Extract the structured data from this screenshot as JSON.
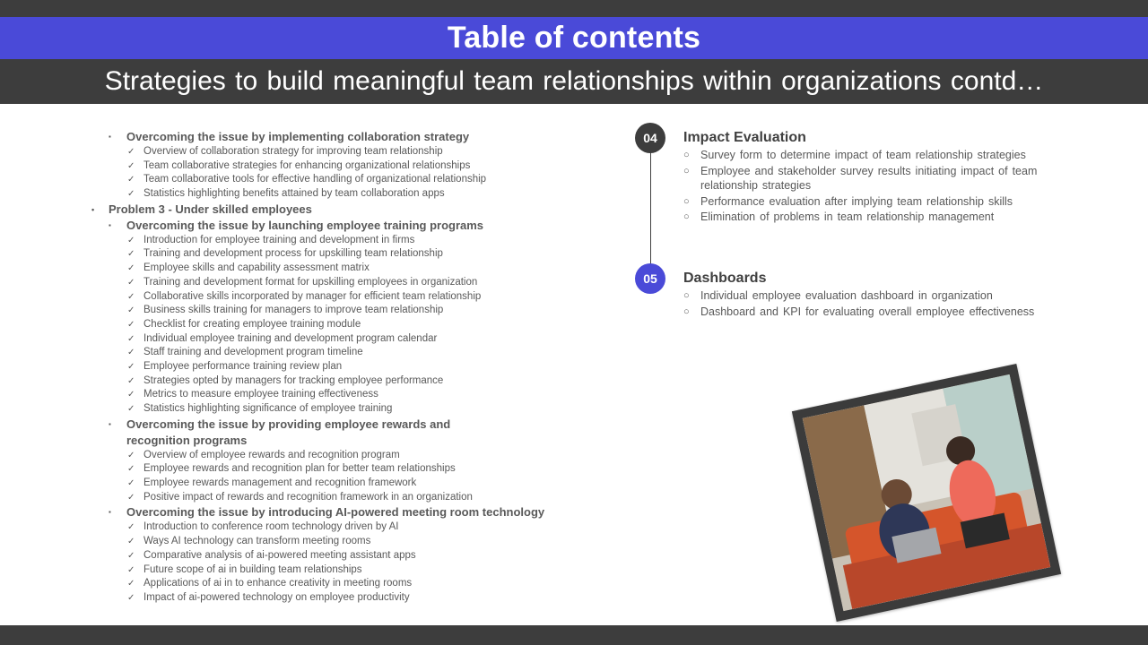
{
  "header": {
    "title": "Table of contents",
    "subtitle": "Strategies to build meaningful team relationships within organizations contd…"
  },
  "left": {
    "lines": [
      {
        "level": 2,
        "text": "Overcoming the issue by implementing collaboration strategy"
      },
      {
        "level": 3,
        "text": "Overview of collaboration strategy for improving team relationship"
      },
      {
        "level": 3,
        "text": "Team collaborative strategies for enhancing organizational relationships"
      },
      {
        "level": 3,
        "text": "Team collaborative tools for effective handling of organizational relationship"
      },
      {
        "level": 3,
        "text": "Statistics highlighting benefits attained by team collaboration apps"
      },
      {
        "level": 1,
        "text": "Problem 3 - Under skilled employees"
      },
      {
        "level": 2,
        "text": "Overcoming the issue by launching employee training programs"
      },
      {
        "level": 3,
        "text": "Introduction for employee training and development in firms"
      },
      {
        "level": 3,
        "text": "Training and development process for upskilling team relationship"
      },
      {
        "level": 3,
        "text": "Employee skills and capability assessment matrix"
      },
      {
        "level": 3,
        "text": "Training and development format for upskilling employees in organization"
      },
      {
        "level": 3,
        "text": "Collaborative skills incorporated by manager for efficient team relationship"
      },
      {
        "level": 3,
        "text": "Business skills training for managers to improve team relationship"
      },
      {
        "level": 3,
        "text": "Checklist for creating employee training module"
      },
      {
        "level": 3,
        "text": "Individual employee training and development program calendar"
      },
      {
        "level": 3,
        "text": "Staff training and development program timeline"
      },
      {
        "level": 3,
        "text": "Employee performance training review plan"
      },
      {
        "level": 3,
        "text": "Strategies opted by managers for tracking employee performance"
      },
      {
        "level": 3,
        "text": "Metrics to measure employee training effectiveness"
      },
      {
        "level": 3,
        "text": "Statistics highlighting significance of employee training"
      },
      {
        "level": 2,
        "text": "Overcoming the issue by providing employee rewards and recognition programs",
        "wrap": true
      },
      {
        "level": 3,
        "text": "Overview of employee rewards and recognition program"
      },
      {
        "level": 3,
        "text": "Employee rewards and recognition plan for better team relationships"
      },
      {
        "level": 3,
        "text": "Employee rewards management and recognition framework"
      },
      {
        "level": 3,
        "text": "Positive impact of rewards and recognition framework in an organization"
      },
      {
        "level": 2,
        "text": "Overcoming the issue by introducing AI-powered meeting room technology"
      },
      {
        "level": 3,
        "text": "Introduction to conference room technology driven by AI"
      },
      {
        "level": 3,
        "text": "Ways AI technology can transform meeting rooms"
      },
      {
        "level": 3,
        "text": "Comparative analysis of ai-powered meeting assistant apps"
      },
      {
        "level": 3,
        "text": "Future scope of ai in building team relationships"
      },
      {
        "level": 3,
        "text": "Applications of ai in to enhance creativity in meeting rooms"
      },
      {
        "level": 3,
        "text": "Impact of ai-powered technology on employee productivity"
      }
    ]
  },
  "sections": [
    {
      "number": "04",
      "title": "Impact Evaluation",
      "items": [
        "Survey form to determine impact of team relationship strategies",
        "Employee and stakeholder survey results initiating impact of team relationship strategies",
        "Performance evaluation after implying team relationship skills",
        "Elimination of problems in team relationship management"
      ]
    },
    {
      "number": "05",
      "title": "Dashboards",
      "items": [
        "Individual employee evaluation dashboard in organization",
        "Dashboard and KPI for evaluating overall employee effectiveness"
      ]
    }
  ],
  "colors": {
    "accent": "#4a4ad8",
    "dark": "#3d3d3d",
    "text": "#595959"
  },
  "icons": {
    "level1": "•",
    "level2": "▪",
    "level3": "✓",
    "item": "○"
  }
}
